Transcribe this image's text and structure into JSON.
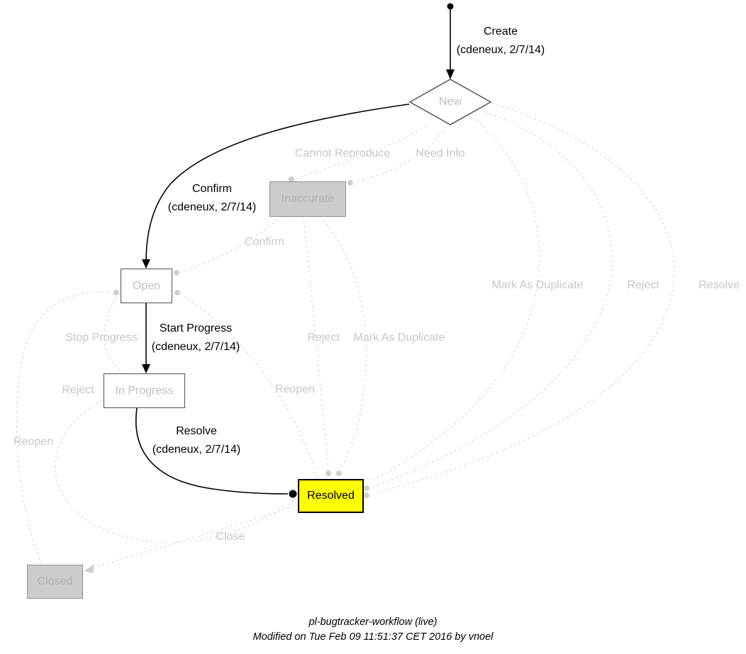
{
  "nodes": {
    "new": "New",
    "inaccurate": "Inaccurate",
    "open": "Open",
    "in_progress": "In Progress",
    "resolved": "Resolved",
    "closed": "Closed"
  },
  "active_edges": {
    "create": {
      "label": "Create",
      "by": "(cdeneux, 2/7/14)"
    },
    "confirm": {
      "label": "Confirm",
      "by": "(cdeneux, 2/7/14)"
    },
    "start_progress": {
      "label": "Start Progress",
      "by": "(cdeneux, 2/7/14)"
    },
    "resolve": {
      "label": "Resolve",
      "by": "(cdeneux, 2/7/14)"
    }
  },
  "gray_edges": {
    "cannot_reproduce": "Cannot Reproduce",
    "need_info": "Need Info",
    "confirm": "Confirm",
    "mark_as_duplicate_a": "Mark As Duplicate",
    "reject_a": "Reject",
    "resolve_a": "Resolve",
    "stop_progress": "Stop Progress",
    "reject_b": "Reject",
    "mark_as_duplicate_b": "Mark As Duplicate",
    "reopen_a": "Reopen",
    "reject_c": "Reject",
    "reopen_b": "Reopen",
    "close": "Close"
  },
  "footer": {
    "title": "pl-bugtracker-workflow (live)",
    "modified": "Modified on Tue Feb 09 11:51:37 CET 2016 by vnoel"
  },
  "colors": {
    "active": "#000000",
    "inactive_edge": "#d6d6d6",
    "gray_text": "#c6c6c6",
    "gray_node_fill": "#cccccc",
    "resolved_fill": "#ffff00"
  }
}
